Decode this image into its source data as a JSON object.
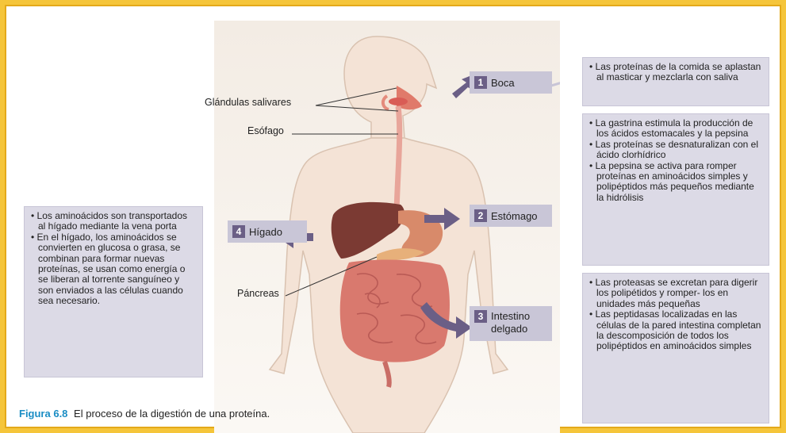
{
  "labels": {
    "glandulas": "Glándulas salivares",
    "esofago": "Esófago",
    "pancreas": "Páncreas"
  },
  "steps": [
    {
      "num": "1",
      "name": "Boca",
      "text": [
        "Las proteínas de la comida se aplastan al masticar y mezclarla con saliva"
      ]
    },
    {
      "num": "2",
      "name": "Estómago",
      "text": [
        "La gastrina estimula la producción de los ácidos estomacales y la pepsina",
        "Las proteínas se desnaturalizan con el ácido clorhídrico",
        "La pepsina se activa para romper proteínas en aminoácidos simples y polipéptidos más pequeños mediante la hidrólisis"
      ]
    },
    {
      "num": "3",
      "name_line1": "Intestino",
      "name_line2": "delgado",
      "text": [
        "Las proteasas se excretan para digerir los polipétidos y romper- los en unidades más pequeñas",
        "Las peptidasas localizadas en las células de la pared intestina completan la descomposición de todos los polipéptidos en aminoácidos simples"
      ]
    },
    {
      "num": "4",
      "name": "Hígado",
      "text": [
        "Los aminoácidos son transportados al hígado mediante la vena porta",
        "En el hígado, los aminoácidos se convierten en glucosa o grasa, se combinan para formar nuevas proteínas, se usan como energía o se liberan al torrente sanguíneo y son enviados a las células cuando sea necesario."
      ]
    }
  ],
  "caption": {
    "figure": "Figura 6.8",
    "text": "El proceso de la digestión de una proteína."
  },
  "colors": {
    "accent": "#6b5f86",
    "box": "#dcdae6",
    "caption": "#1a8dc4",
    "frame": "#f5c53a"
  }
}
